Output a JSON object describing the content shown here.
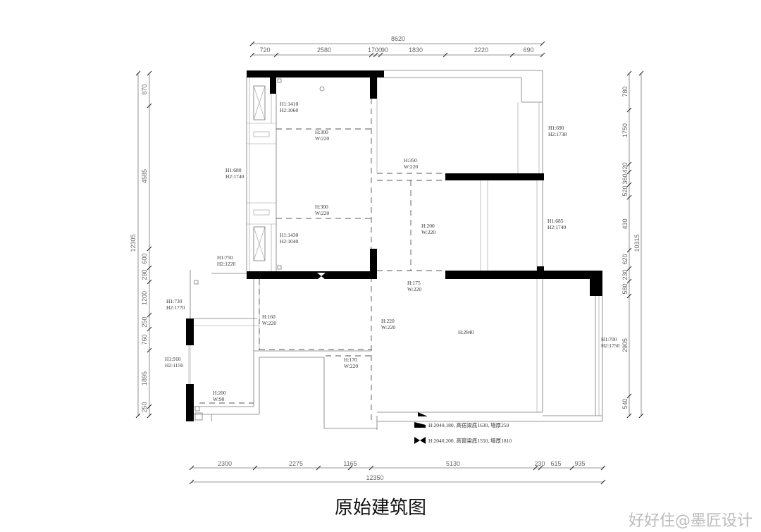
{
  "title": "原始建筑图",
  "watermark": "好好住@墨匠设计",
  "dimensions": {
    "top_total": "8620",
    "top": [
      "720",
      "2580",
      "1700",
      "90",
      "1830",
      "2220",
      "690"
    ],
    "left_total": "12305",
    "left": [
      "870",
      "4585",
      "600",
      "290",
      "1200",
      "250",
      "760",
      "1895",
      "250"
    ],
    "right_total": "10315",
    "right": [
      "780",
      "1750",
      "420",
      "360",
      "520",
      "430",
      "620",
      "230",
      "580",
      "2905",
      "540"
    ],
    "bottom_total": "12350",
    "bottom": [
      "2300",
      "2275",
      "1165",
      "5130",
      "230",
      "615",
      "935"
    ]
  },
  "annotations": [
    [
      "H1:1410",
      "H2:1060"
    ],
    [
      "H:300",
      "W:220"
    ],
    [
      "H1:680",
      "H2:1740"
    ],
    [
      "H:350",
      "W:220"
    ],
    [
      "H:300",
      "W:220"
    ],
    [
      "H1:1430",
      "H2:1040"
    ],
    [
      "H:200",
      "W:220"
    ],
    [
      "H1:690",
      "H2:1738"
    ],
    [
      "H1:685",
      "H2:1740"
    ],
    [
      "H1:750",
      "H2:1220"
    ],
    [
      "H:175",
      "W:220"
    ],
    [
      "H1:730",
      "H2:1770"
    ],
    [
      "H:160",
      "W:220"
    ],
    [
      "H:220",
      "W:220"
    ],
    [
      "H:2840"
    ],
    [
      "H1:700",
      "H2:1750"
    ],
    [
      "H1:910",
      "H2:1150"
    ],
    [
      "H:170",
      "W:220"
    ],
    [
      "H:200",
      "W:90"
    ]
  ],
  "legend": [
    {
      "symbol": "single-beam-symbol",
      "text": "H:2040,180, 高宿梁底1630, 墙厚250"
    },
    {
      "symbol": "double-beam-symbol",
      "text": "H:2040,200, 高窗梁底1550, 墙厚1810"
    }
  ]
}
